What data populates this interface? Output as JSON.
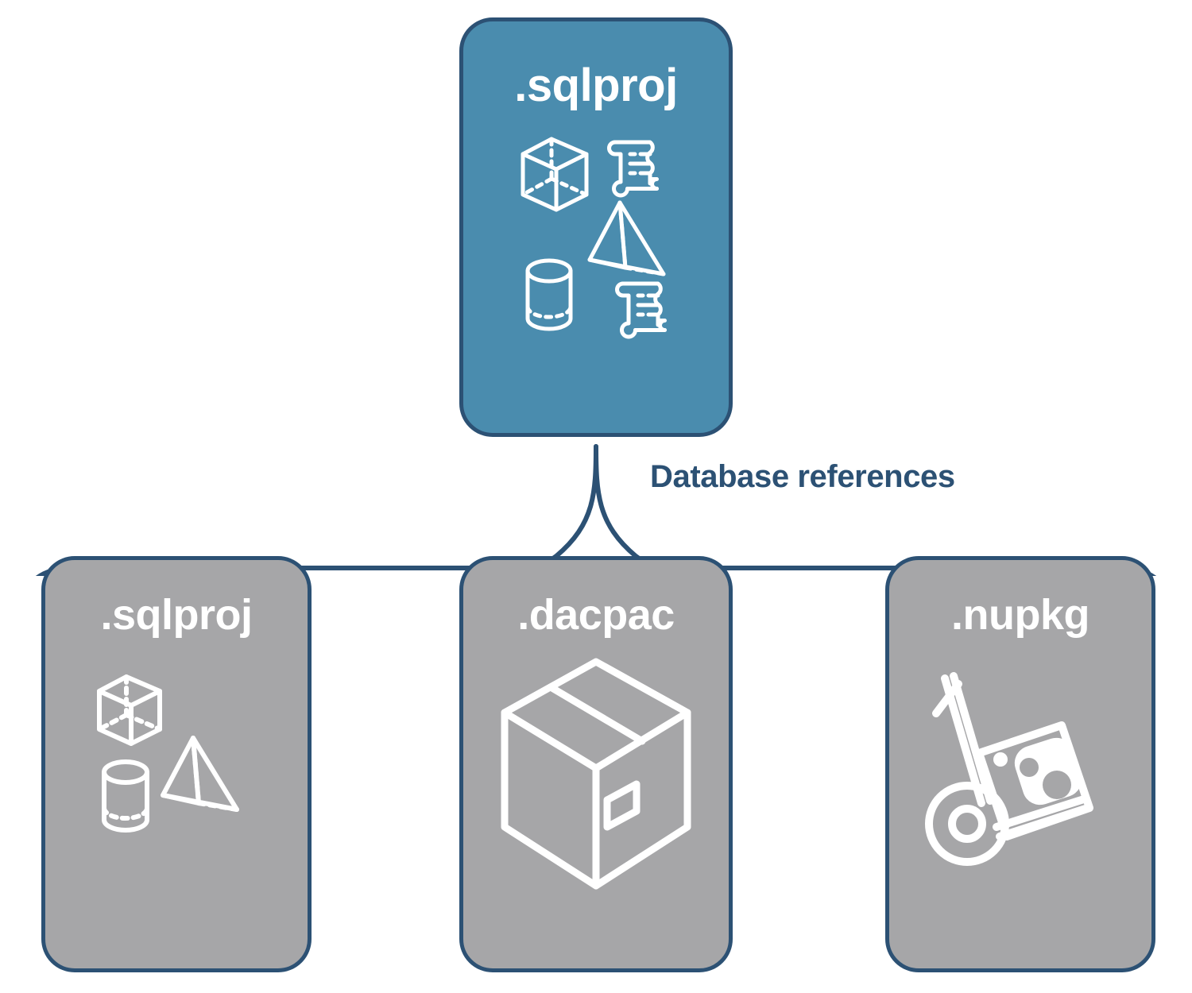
{
  "diagram": {
    "title": "Database references",
    "colors": {
      "root_card_fill": "#4a8cae",
      "reference_card_fill": "#a6a6a8",
      "card_border": "#2c5174",
      "connector_line": "#2c5174",
      "label_text": "#2c5174",
      "icon_stroke": "#ffffff",
      "background": "#ffffff"
    },
    "root": {
      "label": ".sqlproj",
      "icons": [
        "cube-icon",
        "scroll-icon",
        "pyramid-icon",
        "cylinder-icon",
        "scroll-icon"
      ]
    },
    "connector": {
      "label": "Database references",
      "style": "horizontal-brace",
      "branch_count": 3
    },
    "references": [
      {
        "label": ".sqlproj",
        "icons": [
          "cube-icon",
          "pyramid-icon",
          "cylinder-icon"
        ]
      },
      {
        "label": ".dacpac",
        "icons": [
          "package-box-icon"
        ]
      },
      {
        "label": ".nupkg",
        "icons": [
          "hand-truck-icon"
        ]
      }
    ]
  }
}
